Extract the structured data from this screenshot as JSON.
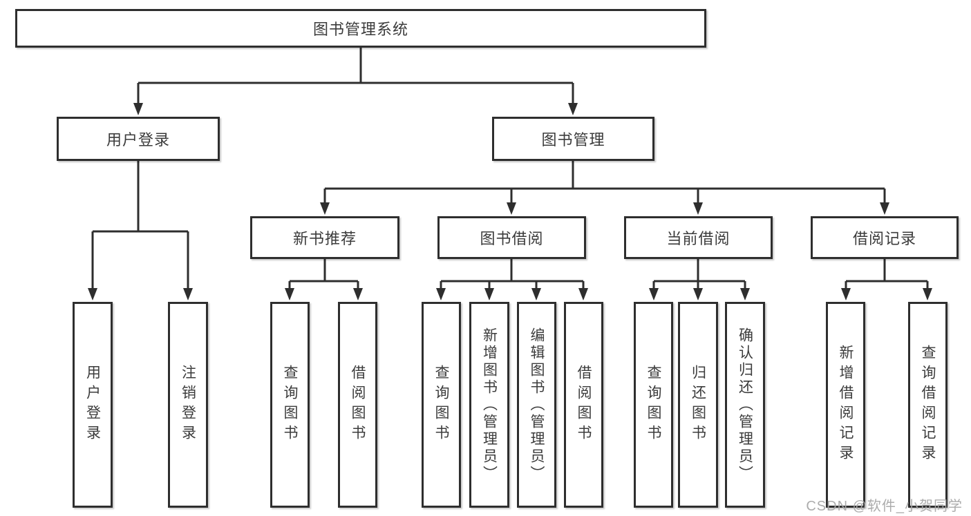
{
  "diagram": {
    "root": "图书管理系统",
    "level2": {
      "user_login": "用户登录",
      "book_mgmt": "图书管理"
    },
    "level3": {
      "new_books": "新书推荐",
      "book_borrow": "图书借阅",
      "current_borrow": "当前借阅",
      "borrow_records": "借阅记录"
    },
    "leaves": {
      "user_login": "用户登录",
      "logout": "注销登录",
      "nb_query_books": "查询图书",
      "nb_borrow_books": "借阅图书",
      "bb_query_books": "查询图书",
      "bb_add_books": "新增图书（管理员）",
      "bb_edit_books": "编辑图书（管理员）",
      "bb_borrow_books": "借阅图书",
      "cb_query_books": "查询图书",
      "cb_return_books": "归还图书",
      "cb_confirm_return": "确认归还（管理员）",
      "br_add_record": "新增借阅记录",
      "br_query_record": "查询借阅记录"
    },
    "watermark": "CSDN @软件_小贺同学"
  },
  "colors": {
    "line": "#2e2e2e",
    "text": "#3b3b3b",
    "watermark": "#a8a8a8",
    "background": "#ffffff"
  }
}
